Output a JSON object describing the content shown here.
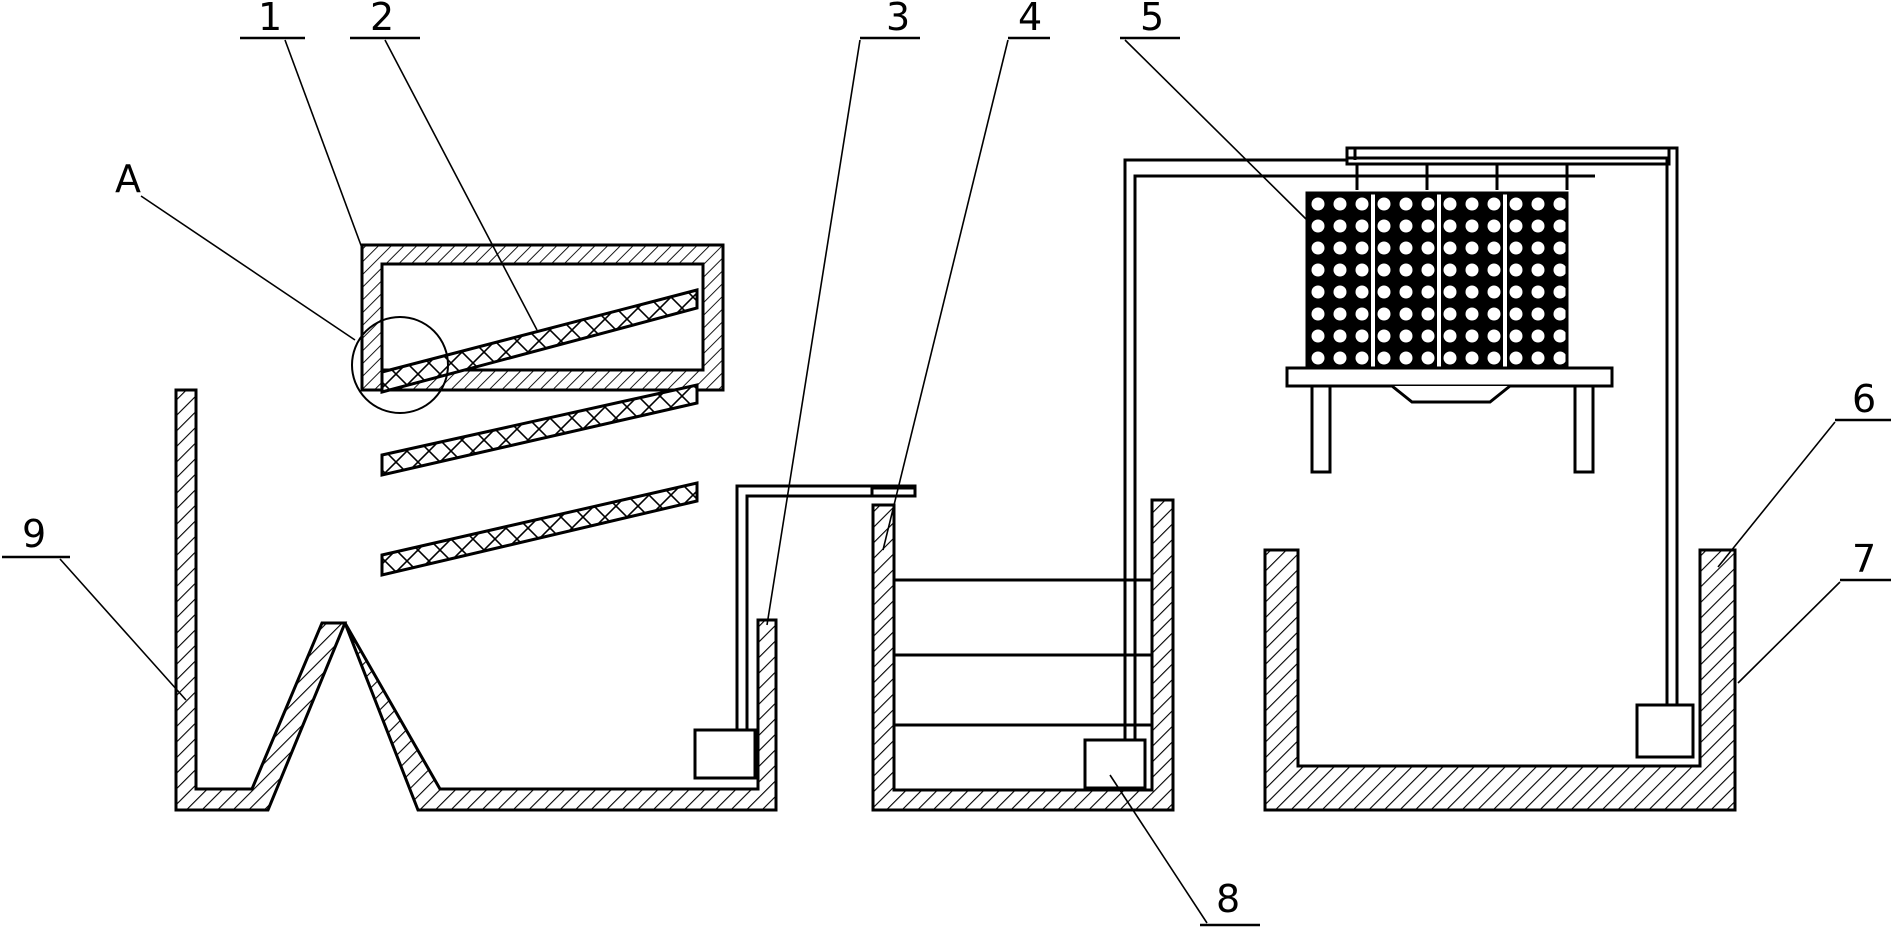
{
  "labels": {
    "l1": "1",
    "l2": "2",
    "l3": "3",
    "l4": "4",
    "l5": "5",
    "l6": "6",
    "l7": "7",
    "l8": "8",
    "l9": "9",
    "detail": "A"
  },
  "colors": {
    "ink": "#000000",
    "background": "#ffffff"
  }
}
